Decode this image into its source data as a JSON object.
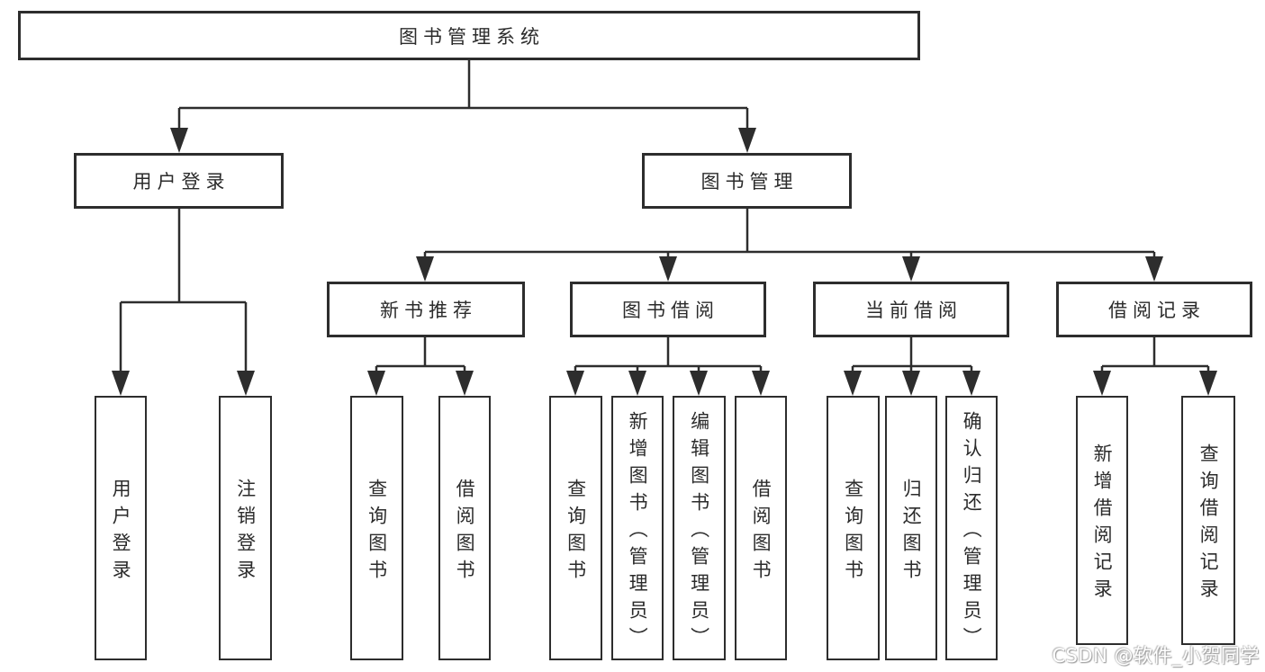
{
  "diagram": {
    "type": "hierarchy-tree",
    "watermark": "CSDN @软件_小贺同学",
    "colors": {
      "line": "#2d2d2d",
      "box_border": "#2d2d2d",
      "text": "#2b2b2b",
      "background": "#ffffff",
      "watermark_text": "#ffffff"
    },
    "tree": {
      "label": "图书管理系统",
      "children": [
        {
          "label": "用户登录",
          "children": [
            {
              "label": "用户登录"
            },
            {
              "label": "注销登录"
            }
          ]
        },
        {
          "label": "图书管理",
          "children": [
            {
              "label": "新书推荐",
              "children": [
                {
                  "label": "查询图书"
                },
                {
                  "label": "借阅图书"
                }
              ]
            },
            {
              "label": "图书借阅",
              "children": [
                {
                  "label": "查询图书"
                },
                {
                  "label": "新增图书（管理员）"
                },
                {
                  "label": "编辑图书（管理员）"
                },
                {
                  "label": "借阅图书"
                }
              ]
            },
            {
              "label": "当前借阅",
              "children": [
                {
                  "label": "查询图书"
                },
                {
                  "label": "归还图书"
                },
                {
                  "label": "确认归还（管理员）"
                }
              ]
            },
            {
              "label": "借阅记录",
              "children": [
                {
                  "label": "新增借阅记录"
                },
                {
                  "label": "查询借阅记录"
                }
              ]
            }
          ]
        }
      ]
    }
  }
}
